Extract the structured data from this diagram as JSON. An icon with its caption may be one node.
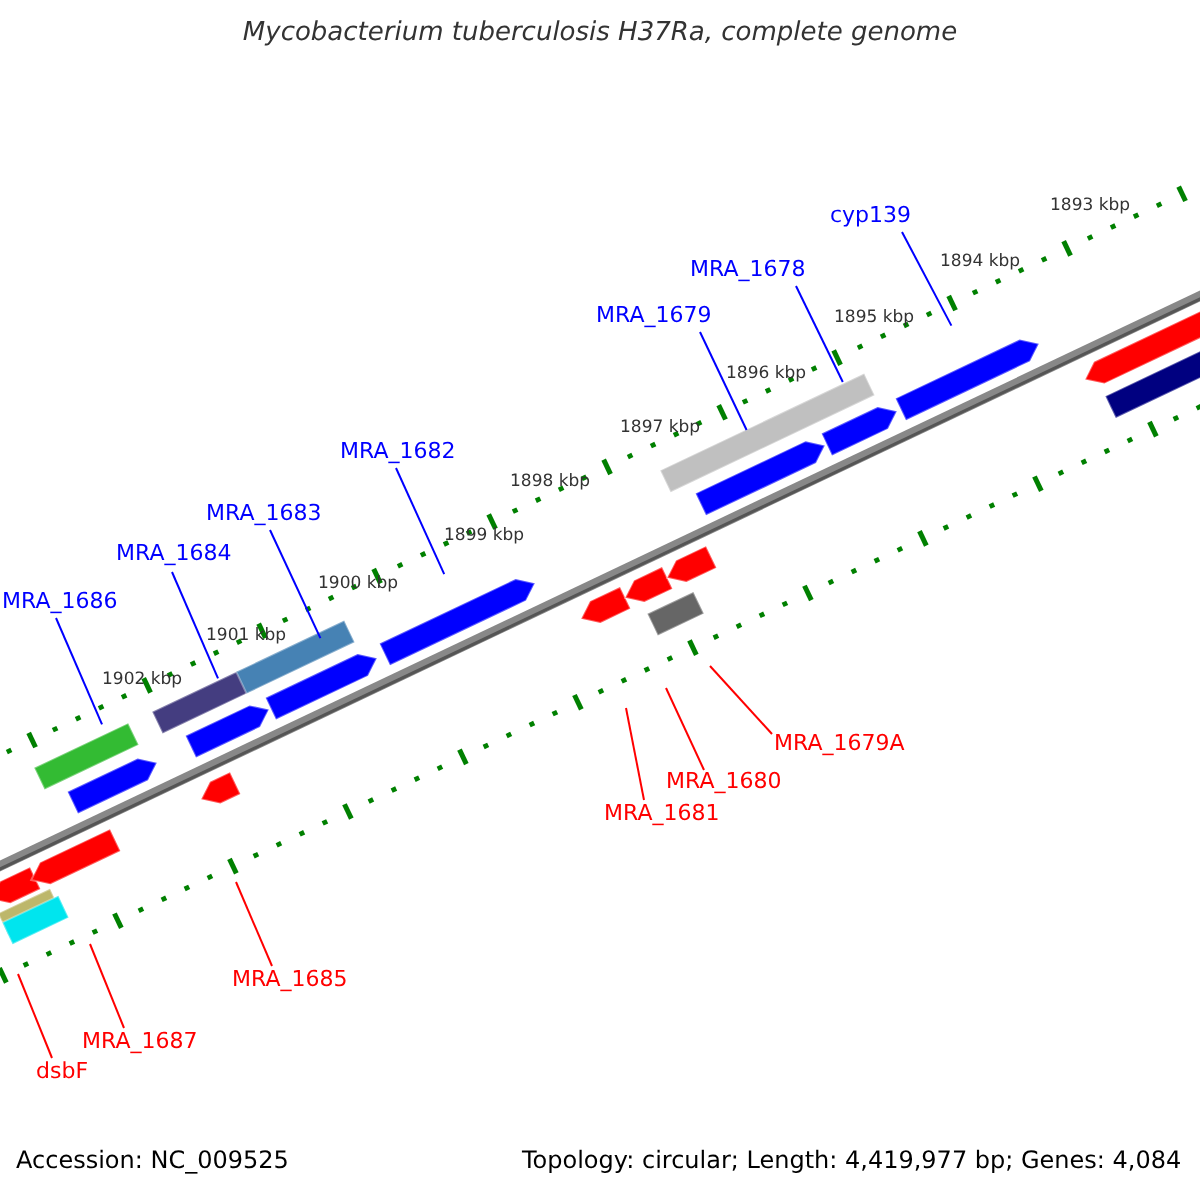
{
  "diagram": {
    "title": "Mycobacterium tuberculosis H37Ra, complete genome",
    "nodes": [
      {
        "text": [
          "MRA_1686"
        ]
      },
      {
        "text": [
          "MRA_1684"
        ]
      },
      {
        "text": [
          "MRA_1683"
        ]
      },
      {
        "text": [
          "MRA_1682"
        ]
      },
      {
        "text": [
          "MRA_1679"
        ]
      },
      {
        "text": [
          "MRA_1678"
        ]
      },
      {
        "text": [
          "cyp139"
        ]
      },
      {
        "text": [
          "MRA_1679A"
        ]
      },
      {
        "text": [
          "MRA_1680"
        ]
      },
      {
        "text": [
          "MRA_1681"
        ]
      },
      {
        "text": [
          "MRA_1685"
        ]
      },
      {
        "text": [
          "MRA_1687"
        ]
      },
      {
        "text": [
          "dsbF"
        ]
      }
    ],
    "edges": [
      {
        "from": 0,
        "to": null,
        "arrow": "none"
      },
      {
        "from": 1,
        "to": null,
        "arrow": "none"
      },
      {
        "from": 2,
        "to": null,
        "arrow": "none"
      },
      {
        "from": 3,
        "to": null,
        "arrow": "none"
      },
      {
        "from": 4,
        "to": null,
        "arrow": "none"
      },
      {
        "from": 5,
        "to": null,
        "arrow": "none"
      },
      {
        "from": 6,
        "to": null,
        "arrow": "none"
      },
      {
        "from": 7,
        "to": null,
        "arrow": "none",
        "color": "#ff0000"
      },
      {
        "from": 8,
        "to": null,
        "arrow": "none",
        "color": "#ff0000"
      },
      {
        "from": 9,
        "to": null,
        "arrow": "none",
        "color": "#ff0000"
      },
      {
        "from": 10,
        "to": null,
        "arrow": "none",
        "color": "#ff0000"
      },
      {
        "from": 11,
        "to": null,
        "arrow": "none",
        "color": "#ff0000"
      },
      {
        "from": 12,
        "to": null,
        "arrow": "none",
        "color": "#ff0000"
      }
    ],
    "labels": [
      "1893 kbp",
      "1894 kbp",
      "1895 kbp",
      "1896 kbp",
      "1897 kbp",
      "1898 kbp",
      "1899 kbp",
      "1900 kbp",
      "1901 kbp",
      "1902 kbp",
      "Accession: NC_009525",
      "Topology: circular; Length: 4,419,977 bp; Genes: 4,084"
    ]
  }
}
